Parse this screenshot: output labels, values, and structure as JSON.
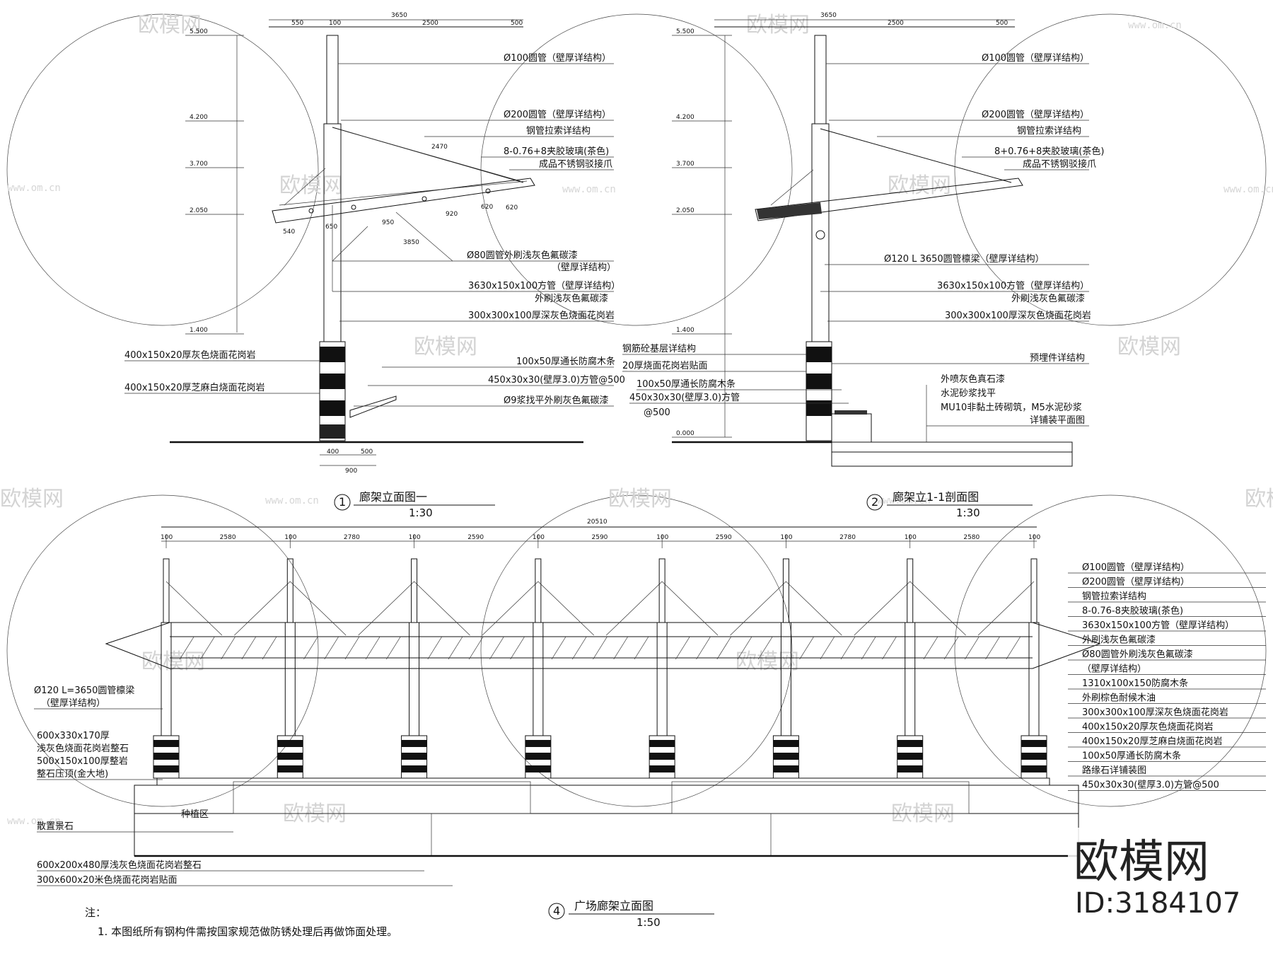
{
  "drawing1": {
    "number": "1",
    "title": "廊架立面图一",
    "scale": "1:30",
    "labels": [
      "Ø100圆管（壁厚详结构）",
      "Ø200圆管（壁厚详结构）",
      "钢管拉索详结构",
      "8-0.76+8夹胶玻璃(茶色)",
      "成品不锈钢驳接爪",
      "Ø80圆管外刷浅灰色氟碳漆",
      "（壁厚详结构）",
      "3630x150x100方管（壁厚详结构）",
      "外刷浅灰色氟碳漆",
      "300x300x100厚深灰色烧面花岗岩"
    ],
    "left_labels": [
      "400x150x20厚灰色烧面花岗岩",
      "400x150x20厚芝麻白烧面花岗岩"
    ],
    "bottom_labels": [
      "100x50厚通长防腐木条",
      "450x30x30(壁厚3.0)方管@500",
      "Ø9浆找平外刷灰色氟碳漆"
    ],
    "elevations": [
      "5.500",
      "4.200",
      "3.700",
      "2.050",
      "1.400"
    ],
    "dims_top": [
      "3650",
      "550",
      "100",
      "2500",
      "500"
    ],
    "dims_mid": [
      "2470",
      "950",
      "920",
      "620",
      "620",
      "540",
      "650",
      "3850"
    ],
    "dims_bottom": [
      "400",
      "500",
      "900"
    ]
  },
  "drawing2": {
    "number": "2",
    "title": "廊架立1-1剖面图",
    "scale": "1:30",
    "labels": [
      "Ø100圆管（壁厚详结构）",
      "Ø200圆管（壁厚详结构）",
      "钢管拉索详结构",
      "8+0.76+8夹胶玻璃(茶色)",
      "成品不锈钢驳接爪",
      "Ø120 L 3650圆管檩梁（壁厚详结构）",
      "3630x150x100方管（壁厚详结构）",
      "外刷浅灰色氟碳漆",
      "300x300x100厚深灰色烧面花岗岩",
      "预埋件详结构"
    ],
    "left_labels": [
      "钢筋砼基层详结构",
      "20厚烧面花岗岩贴面",
      "100x50厚通长防腐木条",
      "450x30x30(壁厚3.0)方管",
      "@500"
    ],
    "ground_labels": [
      "外喷灰色真石漆",
      "水泥砂浆找平",
      "MU10非黏土砖砌筑，M5水泥砂浆",
      "详铺装平面图"
    ],
    "elevations": [
      "5.500",
      "4.200",
      "3.700",
      "2.050",
      "1.400",
      "0.000"
    ],
    "dims_top": [
      "3650",
      "2500",
      "500"
    ]
  },
  "drawing4": {
    "number": "4",
    "title": "广场廊架立面图",
    "scale": "1:50",
    "total_dim": "20510",
    "bay_dims": [
      "2580",
      "2780",
      "2590",
      "2590",
      "2590",
      "2780",
      "2580"
    ],
    "post_dims": [
      "100",
      "100",
      "100",
      "100",
      "100",
      "100",
      "100",
      "100"
    ],
    "right_labels": [
      "Ø100圆管（壁厚详结构）",
      "Ø200圆管（壁厚详结构）",
      "钢管拉索详结构",
      "8-0.76-8夹胶玻璃(茶色)",
      "3630x150x100方管（壁厚详结构）",
      "外刷浅灰色氟碳漆",
      "Ø80圆管外刷浅灰色氟碳漆",
      "（壁厚详结构）",
      "1310x100x150防腐木条",
      "外刷棕色耐候木油",
      "300x300x100厚深灰色烧面花岗岩",
      "400x150x20厚灰色烧面花岗岩",
      "400x150x20厚芝麻白烧面花岗岩",
      "100x50厚通长防腐木条",
      "路缘石详铺装图",
      "450x30x30(壁厚3.0)方管@500"
    ],
    "left_labels": [
      "Ø120 L=3650圆管檩梁",
      "（壁厚详结构）",
      "600x330x170厚",
      "浅灰色烧面花岗岩整石",
      "500x150x100厚整岩",
      "整石压顶(金大地)",
      "散置景石"
    ],
    "bottom_labels": [
      "600x200x480厚浅灰色烧面花岗岩整石",
      "300x600x20米色烧面花岗岩贴面"
    ],
    "zone_label": "种植区"
  },
  "notes": {
    "heading": "注：",
    "items": [
      "1. 本图纸所有钢构件需按国家规范做防锈处理后再做饰面处理。"
    ]
  },
  "watermark": {
    "brand": "欧模网",
    "url": "www.om.cn",
    "id_text": "ID:3184107"
  }
}
